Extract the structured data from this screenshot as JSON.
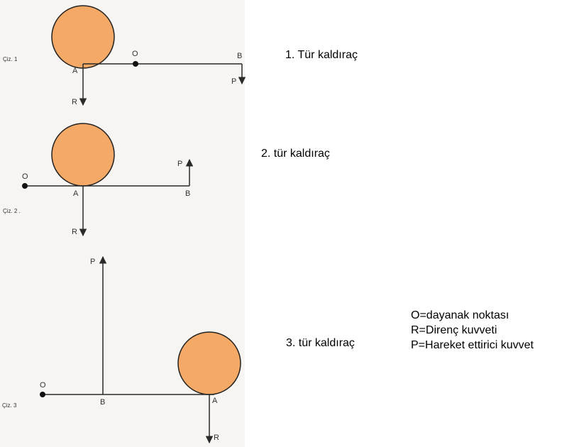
{
  "colors": {
    "ball": "#f4a966",
    "ball_stroke": "#222222",
    "line": "#2a2a2a",
    "background_scan": "#f7f5f1"
  },
  "figures": [
    {
      "caption": "Çiz. 1",
      "title": "1. Tür kaldıraç",
      "labels": {
        "O": "O",
        "A": "A",
        "B": "B",
        "R": "R",
        "P": "P"
      }
    },
    {
      "caption": "Çiz. 2 .",
      "title": "2. tür kaldıraç",
      "labels": {
        "O": "O",
        "A": "A",
        "B": "B",
        "R": "R",
        "P": "P"
      }
    },
    {
      "caption": "Çiz. 3",
      "title": "3. tür kaldıraç",
      "labels": {
        "O": "O",
        "A": "A",
        "B": "B",
        "R": "R",
        "P": "P"
      }
    }
  ],
  "legend": {
    "o": "O=dayanak noktası",
    "r": "R=Direnç kuvveti",
    "p": "P=Hareket ettirici kuvvet"
  }
}
